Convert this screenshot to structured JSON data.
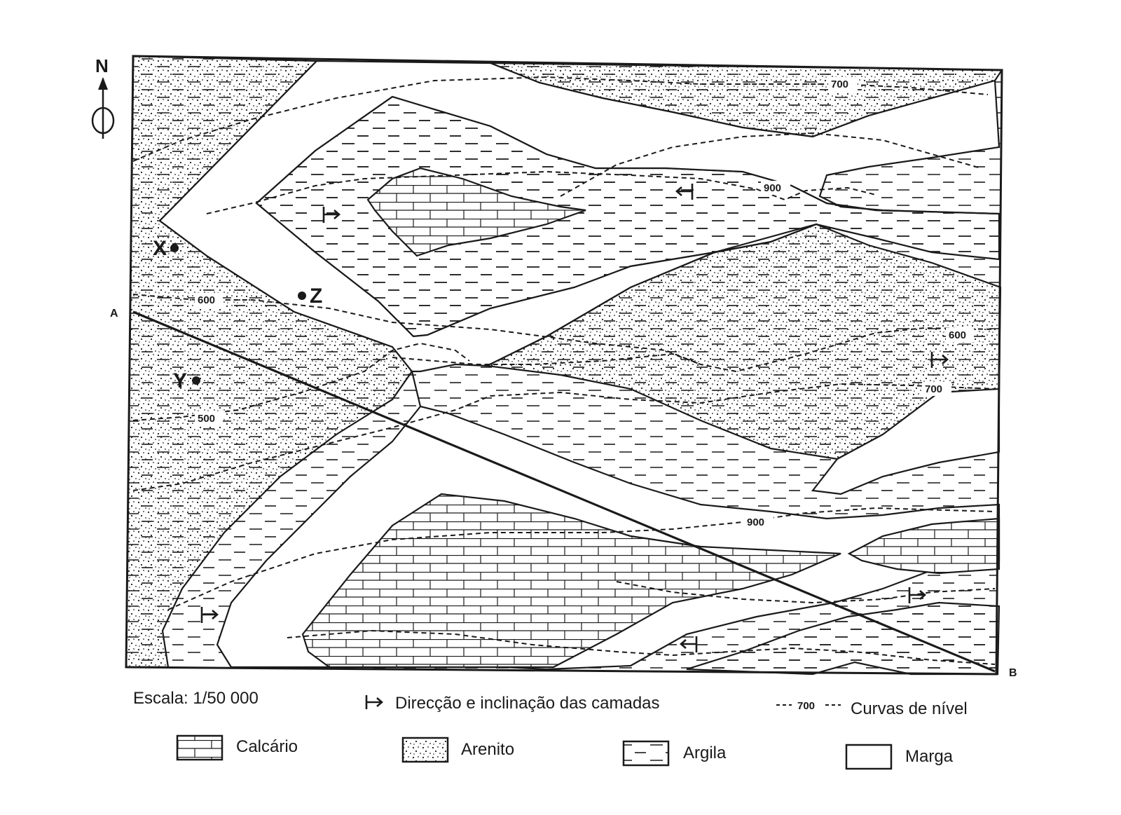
{
  "north_label": "N",
  "section": {
    "start_label": "A",
    "end_label": "B"
  },
  "points": {
    "x": "X",
    "y": "Y",
    "z": "Z"
  },
  "contours": {
    "c600a": "600",
    "c500": "500",
    "c700a": "700",
    "c900a": "900",
    "c600b": "600",
    "c700b": "700",
    "c900b": "900"
  },
  "scale_text": "Escala: 1/50 000",
  "legend": {
    "dip_text": "Direcção e inclinação das camadas",
    "contour_value": "700",
    "contour_text": "Curvas de nível",
    "calcario": "Calcário",
    "arenito": "Arenito",
    "argila": "Argila",
    "marga": "Marga"
  },
  "colors": {
    "ink": "#1a1a1a",
    "paper": "#ffffff"
  }
}
